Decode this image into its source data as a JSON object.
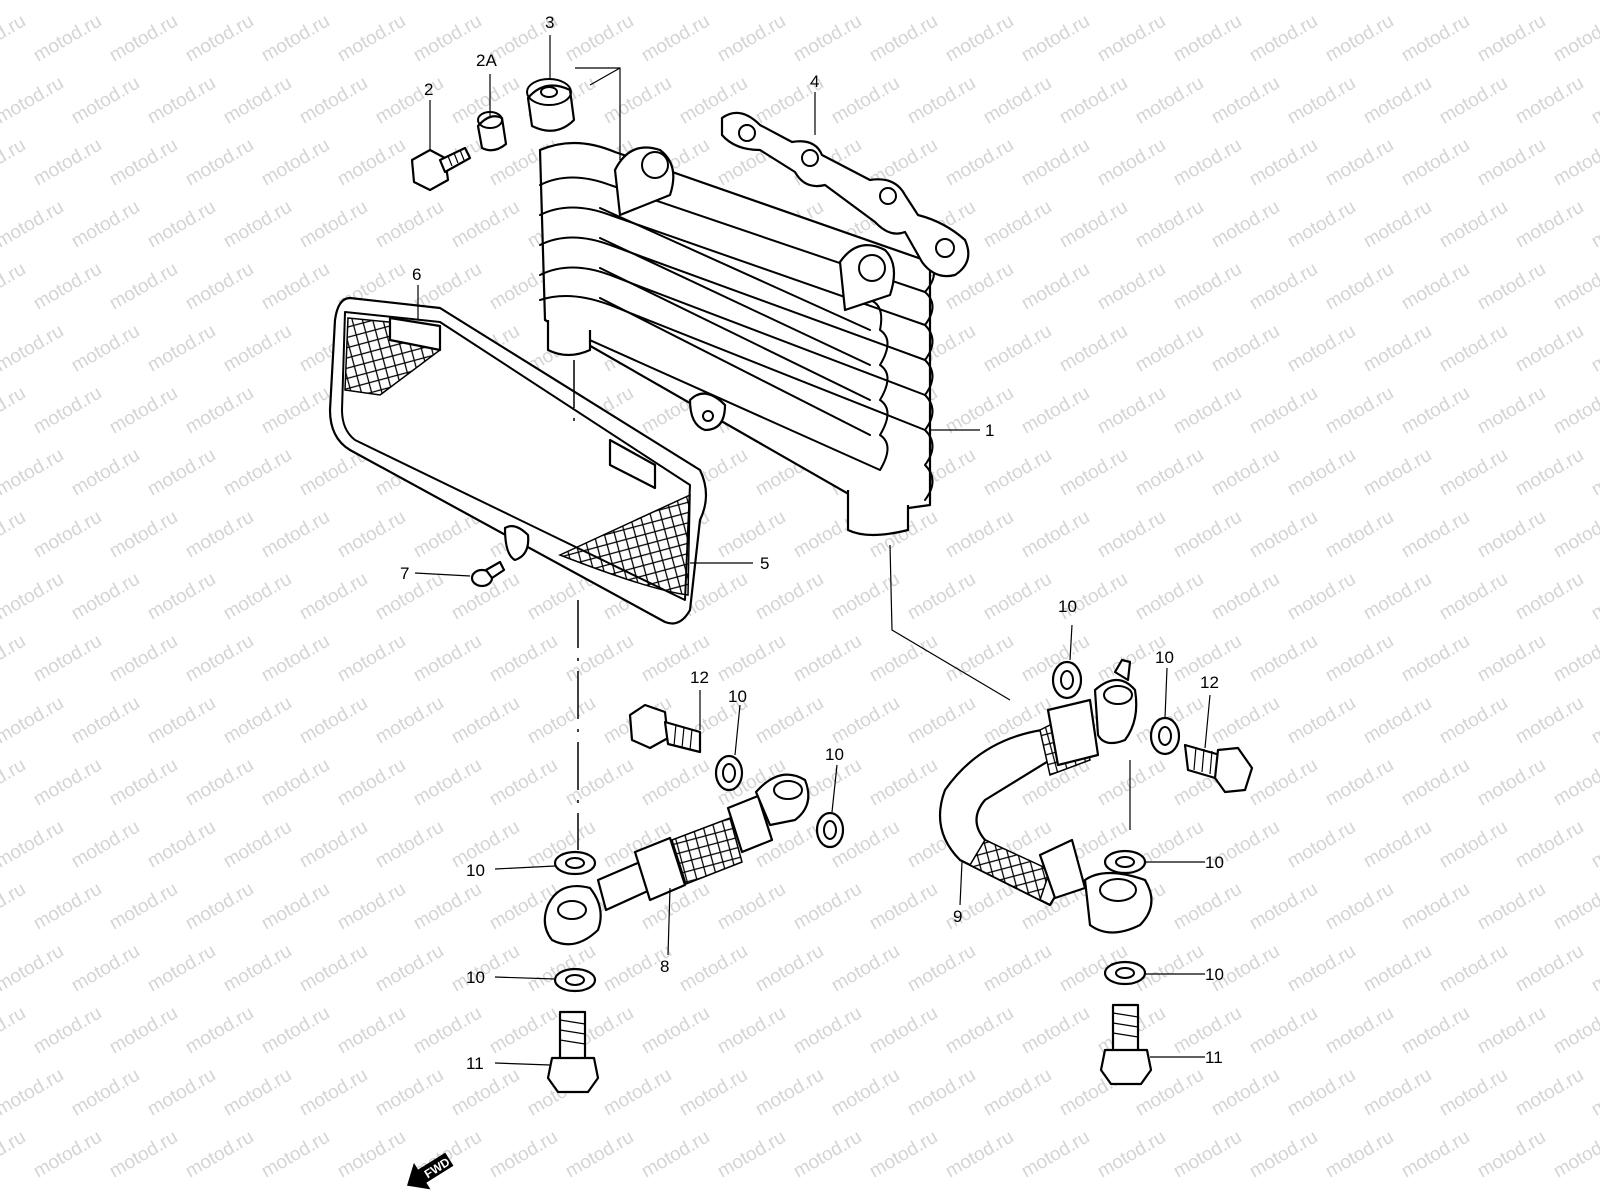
{
  "watermark": "motod.ru",
  "fwd_label": "FWD",
  "callouts": {
    "c1": "1",
    "c2": "2",
    "c2a": "2A",
    "c3": "3",
    "c4": "4",
    "c5": "5",
    "c6": "6",
    "c7": "7",
    "c8": "8",
    "c9": "9",
    "c10": "10",
    "c11": "11",
    "c12": "12"
  }
}
